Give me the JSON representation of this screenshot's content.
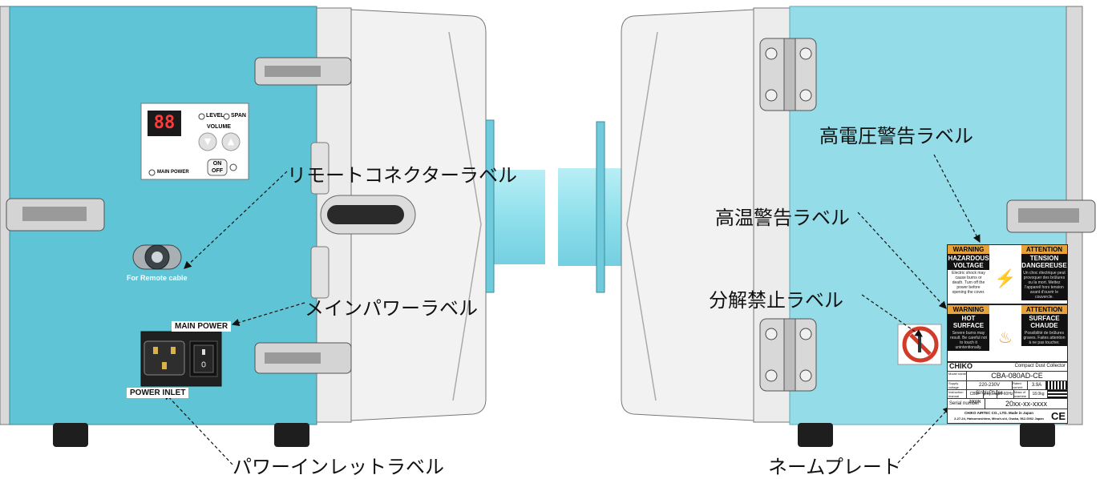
{
  "panel": {
    "display_digits": "88",
    "led1": "LEVEL",
    "led2": "SPAN",
    "volume": "VOLUME",
    "on": "ON",
    "off": "OFF",
    "main_power": "MAIN POWER"
  },
  "labels": {
    "for_remote_cable": "For Remote cable",
    "main_power": "MAIN POWER",
    "power_inlet": "POWER INLET"
  },
  "callouts": {
    "remote_connector": "リモートコネクターラベル",
    "main_power": "メインパワーラベル",
    "power_inlet": "パワーインレットラベル",
    "high_voltage": "高電圧警告ラベル",
    "high_temp": "高温警告ラベル",
    "no_disassembly": "分解禁止ラベル",
    "nameplate": "ネームプレート"
  },
  "warning_hv": {
    "head_en": "WARNING",
    "title_en": "HAZARDOUS VOLTAGE",
    "body_en": "Electric shock may cause burns or death. Turn off the power before opening the cover.",
    "head_fr": "ATTENTION",
    "title_fr": "TENSION DANGEREUSE",
    "body_fr": "Un choc électrique peut provoquer des brûlures ou la mort. Mettez l'appareil hors tension avant d'ouvrir le couvercle."
  },
  "warning_hot": {
    "head_en": "WARNING",
    "title_en": "HOT SURFACE",
    "body_en": "Severe burns may result. Be careful not to touch it unintentionally.",
    "head_fr": "ATTENTION",
    "title_fr": "SURFACE CHAUDE",
    "body_fr": "Possibilité de brûlures graves. Faites attention à ne pas toucher."
  },
  "nameplate": {
    "brand": "CHIKO",
    "product": "Compact Dust Collector",
    "model_label": "Model name",
    "model": "CBA-080AD-CE",
    "supply_label": "Supply voltage",
    "supply": "220-230V SinglePhase",
    "current_label": "Rated current",
    "current": "3.9A",
    "manual_label": "Instruction manual",
    "manual": "CBM-2000N",
    "freq_label": "Frequency",
    "freq": "50-60Hz",
    "mass_label": "Mass of machine",
    "mass": "18.0kg",
    "serial_label": "Serial number",
    "serial": "20xx-xx-xxxx",
    "maker": "CHIKO AIRTEC CO., LTD. Made in Japan",
    "address": "2-27-24, Hatsumoshima, Minoh-shi, Osaka, 562-0002 Japan",
    "ce": "CE"
  },
  "colors": {
    "left_panel": "#5ec4d6",
    "right_panel": "#94dde8",
    "housing": "#eeeeee",
    "warning_orange": "#e8a23a"
  }
}
